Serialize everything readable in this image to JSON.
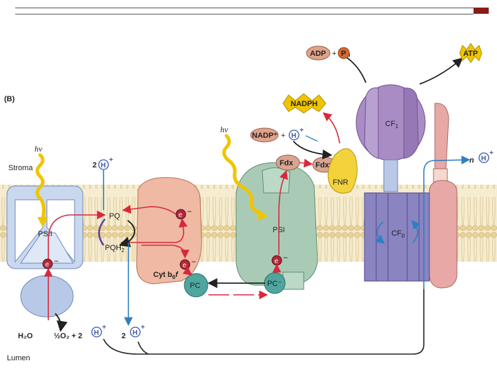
{
  "panel_label": "(B)",
  "regions": {
    "stroma": "Stroma",
    "lumen": "Lumen"
  },
  "light": "hν",
  "complexes": {
    "psii": "PSII",
    "psi": "PSI",
    "cytb6f": "Cyt b",
    "cytb6f_sub": "6",
    "cytb6f_tail": "f",
    "cf1": "CF",
    "cf1_sub": "1",
    "cf0": "CF",
    "cf0_sub": "0",
    "fnr": "FNR"
  },
  "carriers": {
    "pq": "PQ",
    "pqh2": "PQH",
    "pqh2_sub": "2",
    "pc": "PC",
    "pc_minus": "PC⁻",
    "fdx": "Fdx",
    "fdx_minus": "Fdx⁻"
  },
  "metabolites": {
    "adp": "ADP",
    "plus": "+",
    "pi_letter": "P",
    "pi_sub": "i",
    "atp": "ATP",
    "nadph": "NADPH",
    "nadp": "NADP⁺",
    "h2o": "H₂O",
    "half_o2": "½O₂ + 2",
    "two": "2",
    "n": "n"
  },
  "symbols": {
    "electron": "e",
    "minus": "−",
    "proton": "H",
    "plus_sup": "+"
  },
  "colors": {
    "membrane": "#f3e6c4",
    "psii": "#c9d8ef",
    "cytb6f": "#efb9a3",
    "psi": "#a9cbb6",
    "pc": "#4fa69e",
    "cf1": "#a98cc4",
    "cf0": "#8a84c0",
    "fnr": "#f3d23c",
    "electron_arrow": "#d8283c",
    "proton_arrow": "#2f7fc4"
  }
}
